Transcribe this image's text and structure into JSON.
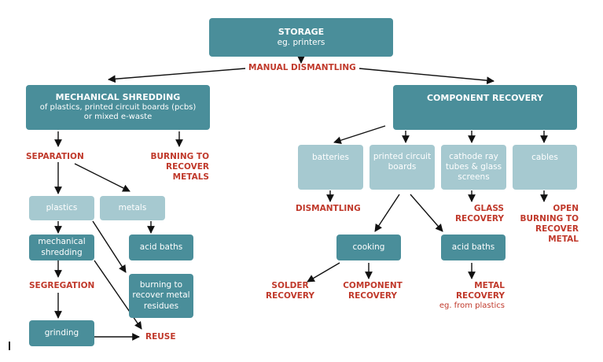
{
  "boxes": {
    "storage": {
      "title": "STORAGE",
      "sub": "eg. printers"
    },
    "mech_shredding": {
      "title": "MECHANICAL SHREDDING",
      "l2": "of plastics, printed circuit boards (pcbs)",
      "l3": "or mixed e-waste"
    },
    "component_recovery": "COMPONENT RECOVERY",
    "batteries": "batteries",
    "pcb": {
      "l1": "printed circuit",
      "l2": "boards"
    },
    "crt": {
      "l1": "cathode ray",
      "l2": "tubes & glass",
      "l3": "screens"
    },
    "cables": "cables",
    "plastics": "plastics",
    "metals": "metals",
    "mech_shred2": {
      "l1": "mechanical",
      "l2": "shredding"
    },
    "acid_baths_left": "acid baths",
    "burning_metal": {
      "l1": "burning to",
      "l2": "recover metal",
      "l3": "residues"
    },
    "grinding": "grinding",
    "cooking": "cooking",
    "acid_baths_right": "acid baths"
  },
  "labels": {
    "manual_dismantling": "MANUAL DISMANTLING",
    "separation": "SEPARATION",
    "burning_recover": {
      "l1": "BURNING TO",
      "l2": "RECOVER",
      "l3": "METALS"
    },
    "segregation": "SEGREGATION",
    "reuse": "REUSE",
    "dismantling": "DISMANTLING",
    "glass_recovery": {
      "l1": "GLASS",
      "l2": "RECOVERY"
    },
    "open_burning": {
      "l1": "OPEN",
      "l2": "BURNING TO",
      "l3": "RECOVER",
      "l4": "METAL"
    },
    "solder_recovery": {
      "l1": "SOLDER",
      "l2": "RECOVERY"
    },
    "component_recovery2": {
      "l1": "COMPONENT",
      "l2": "RECOVERY"
    },
    "metal_recovery": {
      "l1": "METAL",
      "l2": "RECOVERY",
      "l3": "eg. from plastics"
    }
  },
  "colors": {
    "box_dark": "#4a8e9a",
    "box_light": "#a6c9d0",
    "label_red": "#c0392b",
    "arrow": "#111111"
  }
}
